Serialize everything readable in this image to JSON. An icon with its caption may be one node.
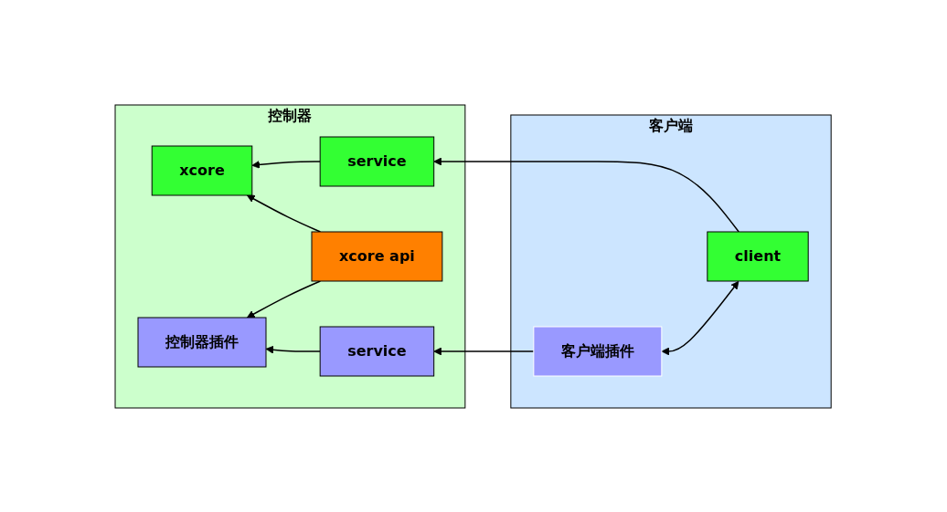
{
  "diagram": {
    "nodes": [
      {
        "text": [
          "控制器"
        ]
      },
      {
        "text": [
          "xcore"
        ],
        "in": 0
      },
      {
        "text": [
          "service"
        ],
        "in": 0
      },
      {
        "text": [
          "xcore api"
        ],
        "in": 0
      },
      {
        "text": [
          "控制器插件"
        ],
        "in": 0
      },
      {
        "text": [
          "service"
        ],
        "in": 0
      },
      {
        "text": [
          "客户端"
        ]
      },
      {
        "text": [
          "client"
        ],
        "in": 6
      },
      {
        "text": [
          "客户端插件"
        ],
        "in": 6
      }
    ],
    "edges": [
      {
        "from": 2,
        "to": 1,
        "arrow": "to"
      },
      {
        "from": 7,
        "to": 2,
        "arrow": "to"
      },
      {
        "from": 3,
        "to": 1,
        "arrow": "to"
      },
      {
        "from": 3,
        "to": 4,
        "arrow": "to"
      },
      {
        "from": 5,
        "to": 4,
        "arrow": "to"
      },
      {
        "from": 8,
        "to": 5,
        "arrow": "to"
      },
      {
        "from": 7,
        "to": 8,
        "arrow": "both"
      }
    ]
  }
}
